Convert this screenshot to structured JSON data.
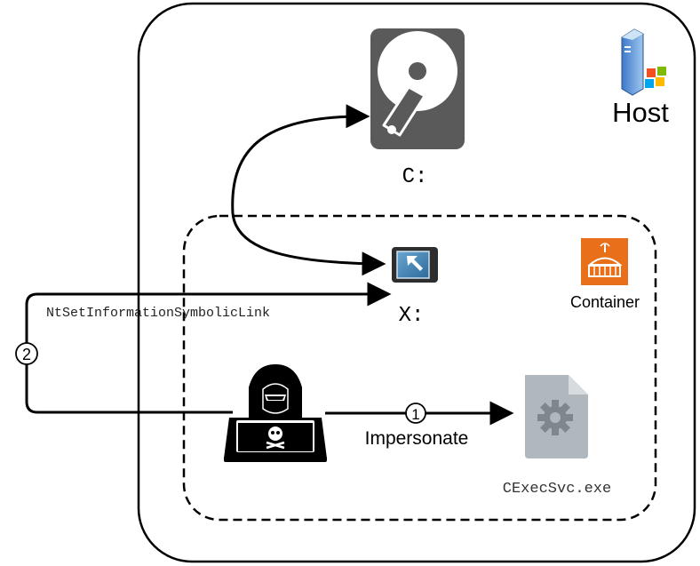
{
  "host": {
    "label": "Host",
    "icon": "windows-server-icon"
  },
  "container": {
    "label": "Container",
    "icon": "container-box-icon",
    "accent": "#e8701a"
  },
  "drives": {
    "c": {
      "label": "C:",
      "icon": "hard-disk-icon"
    },
    "x": {
      "label": "X:",
      "icon": "shortcut-link-icon"
    }
  },
  "attacker": {
    "icon": "hooded-hacker-icon"
  },
  "service": {
    "label": "CExecSvc.exe",
    "icon": "gear-file-icon"
  },
  "steps": [
    {
      "number": "1",
      "label": "Impersonate"
    },
    {
      "number": "2",
      "label": "NtSetInformationSymbolicLink"
    }
  ],
  "colors": {
    "stroke": "#000000",
    "disk": "#555555",
    "file": "#b0b7bd",
    "link": "#3d7fb0"
  }
}
